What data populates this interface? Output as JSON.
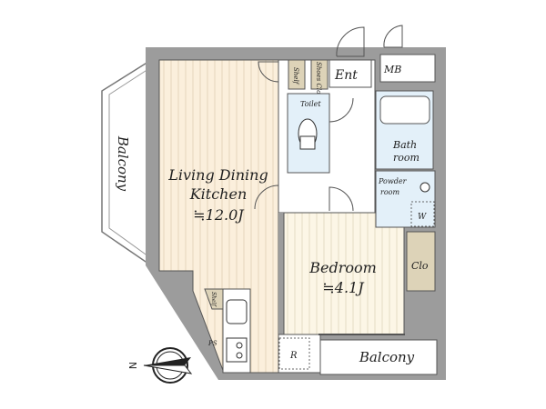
{
  "rooms": {
    "ldk": {
      "name_line1": "Living Dining",
      "name_line2": "Kitchen",
      "area": "≒12.0J"
    },
    "bedroom": {
      "name": "Bedroom",
      "area": "≒4.1J"
    },
    "toilet": "Toilet",
    "bath": {
      "line1": "Bath",
      "line2": "room"
    },
    "powder": {
      "line1": "Powder",
      "line2": "room"
    },
    "entrance": "Ent",
    "mb": "MB",
    "shelf_top": "Shelf",
    "shoes_clo": "Shoes Clo",
    "shelf_kitchen": "Shelf",
    "ps": "PS",
    "refrigerator": "R",
    "washer": "W",
    "closet": "Clo",
    "balcony_left": "Balcony",
    "balcony_bottom": "Balcony"
  },
  "compass": {
    "north": "N"
  },
  "colors": {
    "wall": "#9c9c9c",
    "floor": "#fbefdc",
    "wet": "#e3f0f9",
    "storage": "#ddd3b8"
  }
}
